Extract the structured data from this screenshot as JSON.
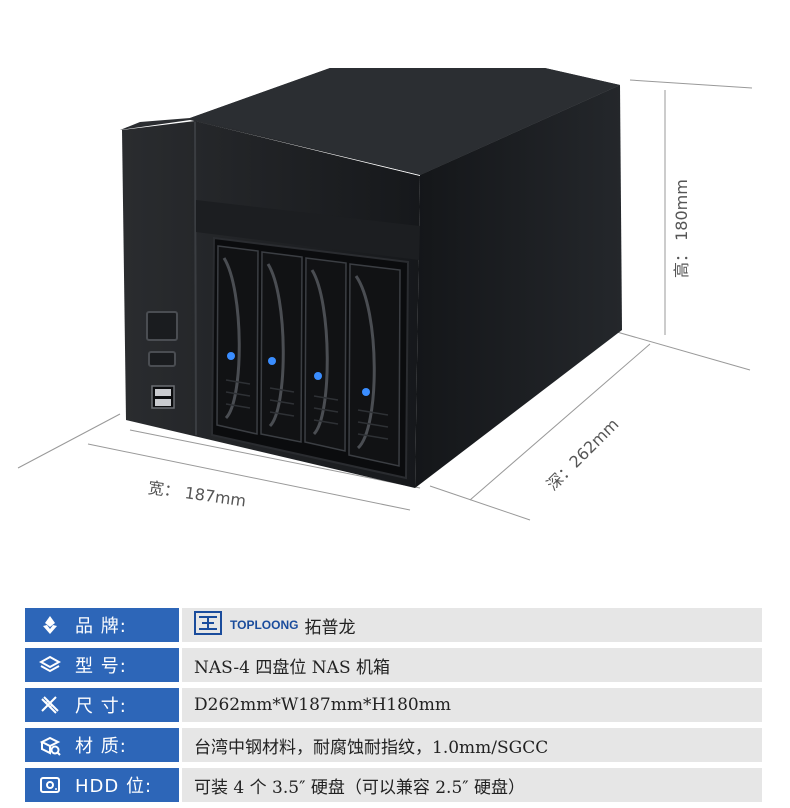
{
  "dimensions": {
    "width_label": "宽： 187mm",
    "depth_label": "深：262mm",
    "height_label": "高： 180mm"
  },
  "specs": [
    {
      "icon": "badge-icon",
      "label": "品   牌:",
      "value": "TOPLOONG 拓普龙"
    },
    {
      "icon": "layers-icon",
      "label": "型   号:",
      "value": "NAS-4  四盘位 NAS 机箱"
    },
    {
      "icon": "ruler-icon",
      "label": "尺   寸:",
      "value": "D262mm*W187mm*H180mm"
    },
    {
      "icon": "material-icon",
      "label": "材   质:",
      "value": "台湾中钢材料，耐腐蚀耐指纹，1.0mm/SGCC"
    },
    {
      "icon": "drive-icon",
      "label": "HDD 位:",
      "value": "可装 4 个 3.5″ 硬盘（可以兼容 2.5″ 硬盘）"
    }
  ],
  "brand": {
    "logo_text": "TOPLOONG",
    "cn_name": "拓普龙"
  },
  "colors": {
    "label_bg": "#2d66b8",
    "value_bg": "#e6e6e6",
    "case_body": "#16181b"
  }
}
